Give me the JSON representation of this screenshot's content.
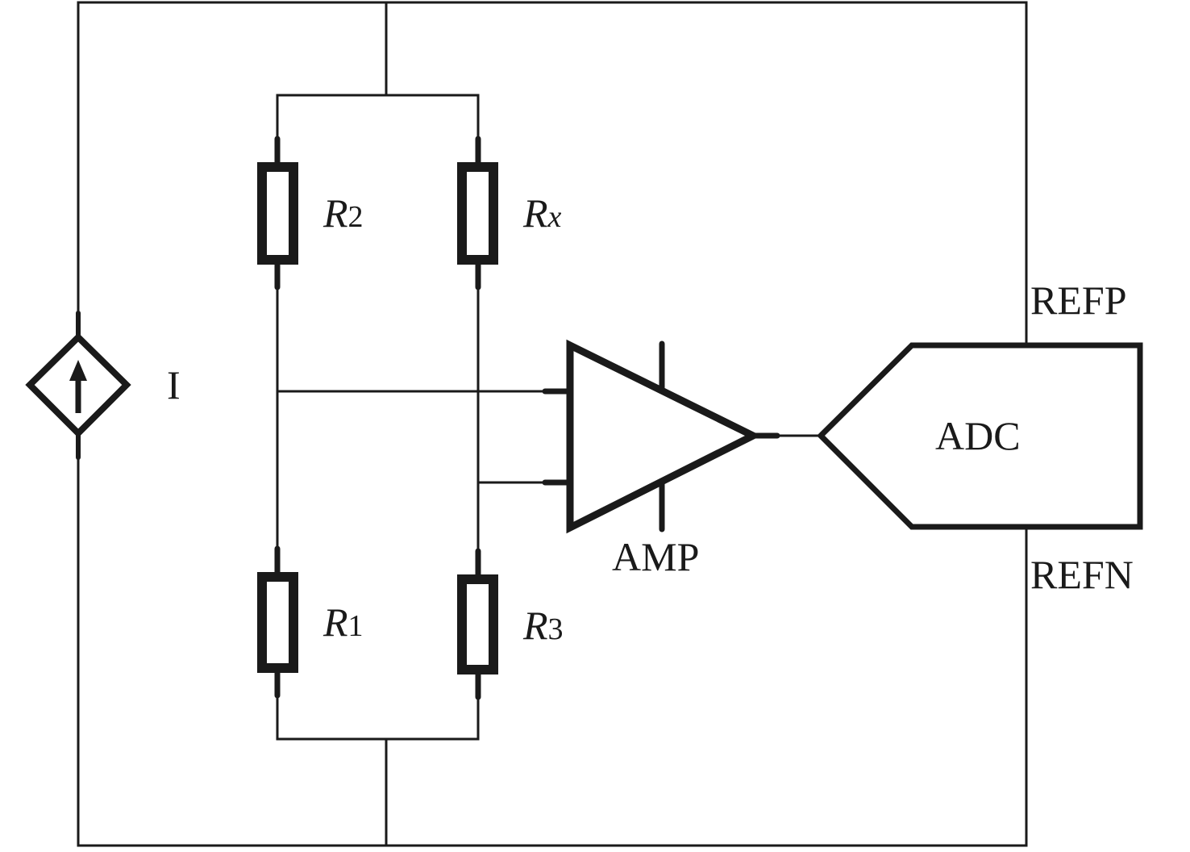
{
  "labels": {
    "current_source": "I",
    "r2": {
      "main": "R",
      "sub": "2"
    },
    "rx": {
      "main": "R",
      "sub": "x"
    },
    "r1": {
      "main": "R",
      "sub": "1"
    },
    "r3": {
      "main": "R",
      "sub": "3"
    },
    "amplifier": "AMP",
    "adc": "ADC",
    "ref_positive": "REFP",
    "ref_negative": "REFN"
  },
  "colors": {
    "ink": "#1a1a1a",
    "background": "#ffffff"
  }
}
